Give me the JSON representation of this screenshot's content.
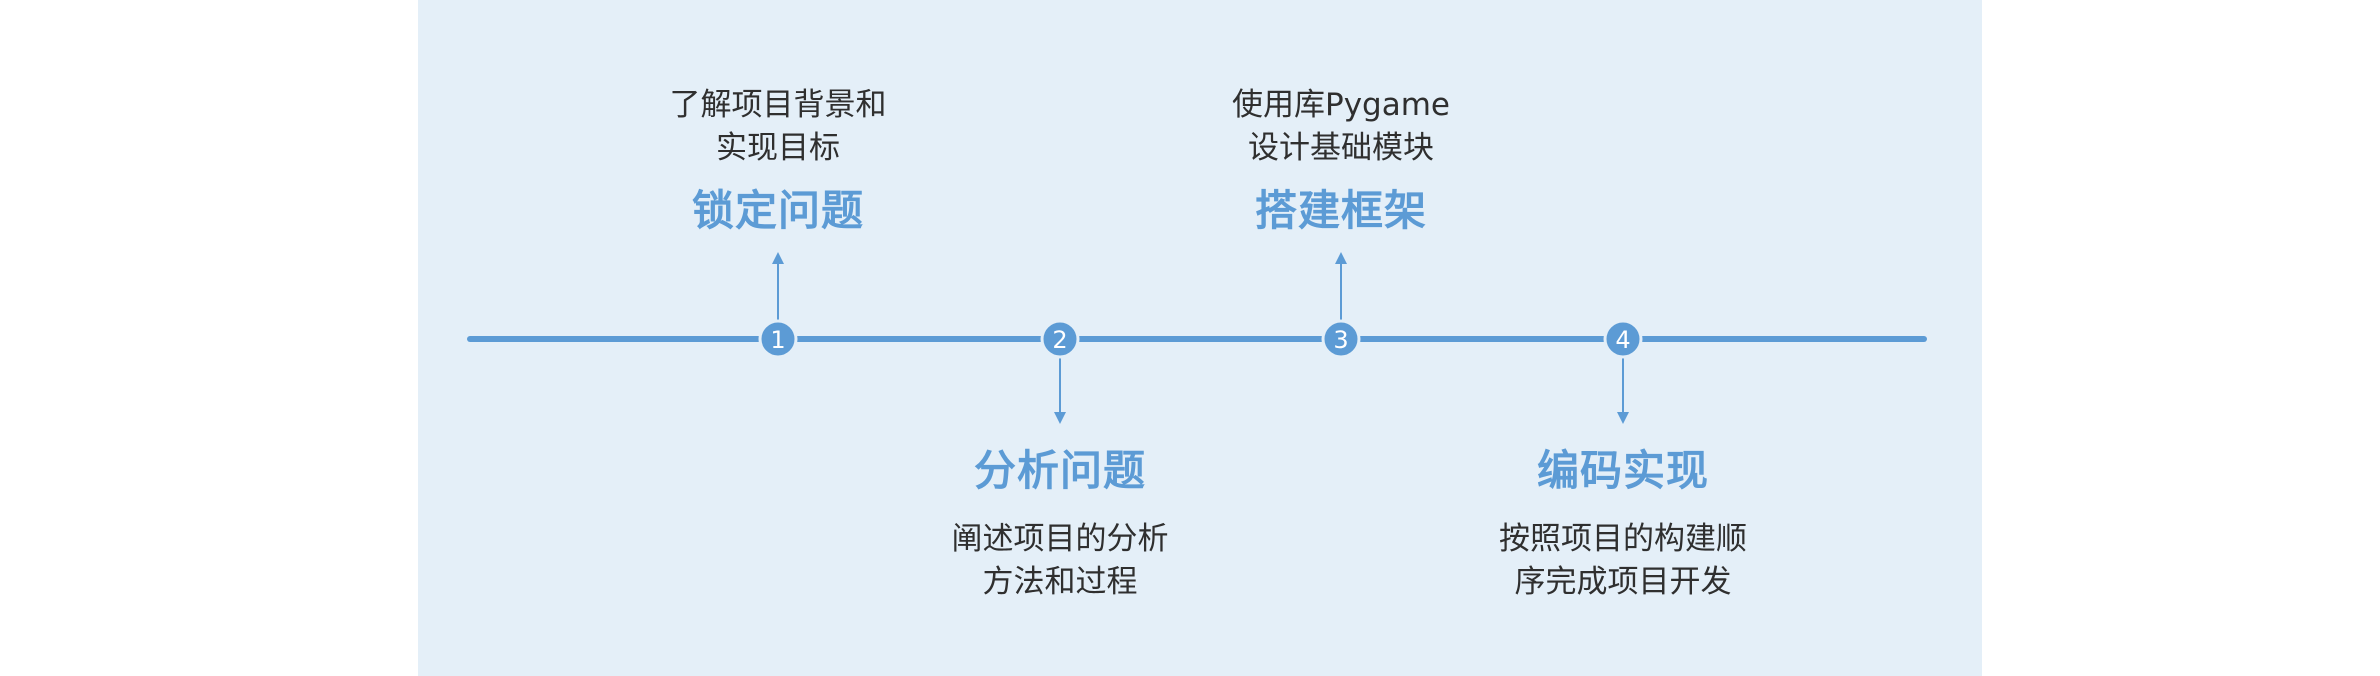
{
  "colors": {
    "accent": "#5c9bd5",
    "panel": "#e4eff8",
    "text": "#2f2f2f",
    "marker_text": "#ffffff"
  },
  "steps": [
    {
      "number": "1",
      "title": "锁定问题",
      "lines": [
        "了解项目背景和",
        "实现目标"
      ],
      "position": "above"
    },
    {
      "number": "2",
      "title": "分析问题",
      "lines": [
        "阐述项目的分析",
        "方法和过程"
      ],
      "position": "below"
    },
    {
      "number": "3",
      "title": "搭建框架",
      "lines": [
        "使用库Pygame",
        "设计基础模块"
      ],
      "position": "above"
    },
    {
      "number": "4",
      "title": "编码实现",
      "lines": [
        "按照项目的构建顺",
        "序完成项目开发"
      ],
      "position": "below"
    }
  ]
}
